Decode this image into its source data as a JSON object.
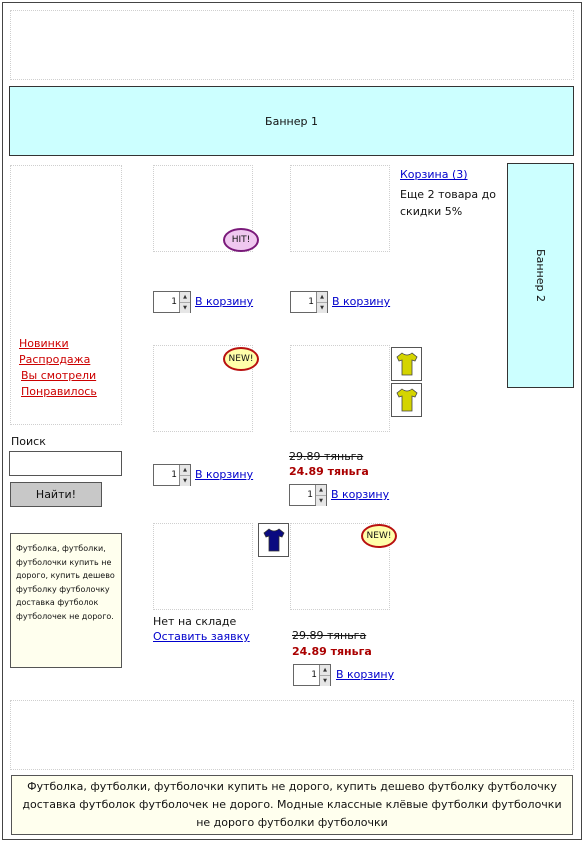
{
  "banners": {
    "top": "Баннер 1",
    "right": "Баннер 2"
  },
  "menu": [
    {
      "label": "Новинки"
    },
    {
      "label": "Распродажа"
    },
    {
      "label": "Вы смотрели"
    },
    {
      "label": "Понравилось"
    }
  ],
  "search": {
    "label": "Поиск",
    "button": "Найти!",
    "value": ""
  },
  "seo_side": "Футболка, футболки, футболочки купить не дорого, купить дешево футболку футболочку доставка футболок футболочек не дорого.",
  "cart": {
    "link": "Корзина (3)",
    "note": "Еще 2 товара до скидки 5%"
  },
  "badges": {
    "hit": "HIT!",
    "new": "NEW!"
  },
  "products": [
    {
      "qty": "1",
      "add_label": "В корзину"
    },
    {
      "qty": "1",
      "add_label": "В корзину"
    },
    {
      "qty": "1",
      "add_label": "В корзину"
    },
    {
      "qty": "1",
      "add_label": "В корзину",
      "old_price": "29.89 тяньга",
      "new_price": "24.89 тяньга"
    },
    {
      "stock": "Нет на складе",
      "request": "Оставить заявку"
    },
    {
      "qty": "1",
      "add_label": "В корзину",
      "old_price": "29.89 тяньга",
      "new_price": "24.89 тяньга"
    }
  ],
  "thumb_colors": {
    "yellow": "#d4d400",
    "navy": "#0a0a80"
  },
  "seo_bottom": "Футболка, футболки, футболочки купить не дорого, купить дешево футболку футболочку доставка футболок футболочек не дорого.  Модные классные клёвые футболки футболочки не дорого футболки футболочки"
}
